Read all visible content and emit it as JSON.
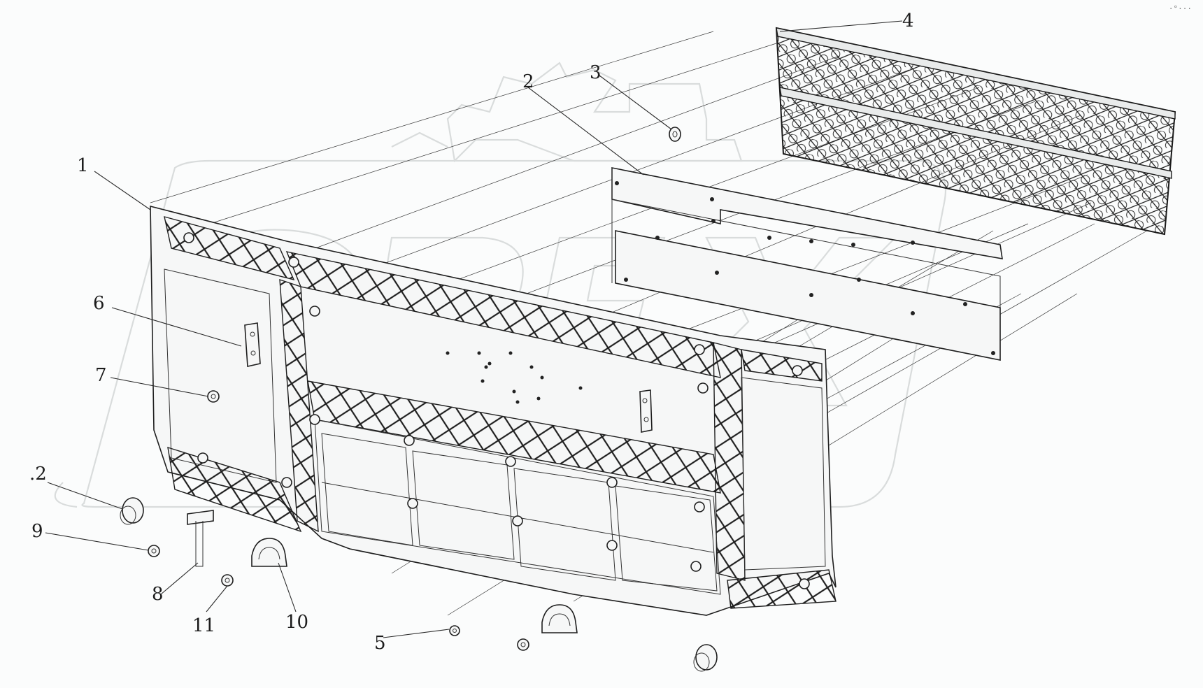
{
  "watermark": {
    "text": "OREX"
  },
  "corner_mark": "·°···",
  "callouts": [
    {
      "id": "1",
      "text": "1"
    },
    {
      "id": "2",
      "text": "2"
    },
    {
      "id": "3",
      "text": "3"
    },
    {
      "id": "4",
      "text": "4"
    },
    {
      "id": "5",
      "text": "5"
    },
    {
      "id": "6",
      "text": "6"
    },
    {
      "id": "7",
      "text": "7"
    },
    {
      "id": "8",
      "text": "8"
    },
    {
      "id": "9",
      "text": "9"
    },
    {
      "id": "10",
      "text": "10"
    },
    {
      "id": "11",
      "text": "11"
    },
    {
      "id": "12",
      "text": ".2"
    }
  ],
  "colors": {
    "line": "#1e1e1e",
    "background": "#fbfcfc",
    "watermark": "#d9dcdc"
  }
}
